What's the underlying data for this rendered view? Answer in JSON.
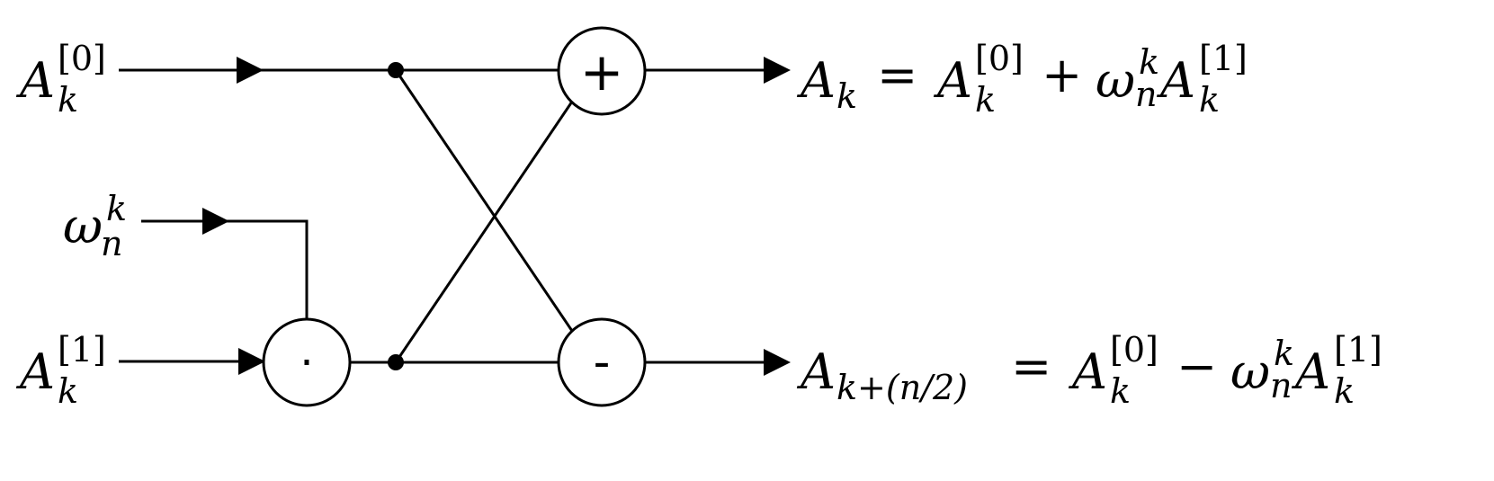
{
  "inputs": {
    "a0": {
      "base": "A",
      "sub": "k",
      "sup": "[0]"
    },
    "w": {
      "base": "ω",
      "sub": "n",
      "sup": "k"
    },
    "a1": {
      "base": "A",
      "sub": "k",
      "sup": "[1]"
    }
  },
  "nodes": {
    "multiply": "·",
    "add": "+",
    "subtract": "-"
  },
  "outputs": {
    "top": {
      "lhs": {
        "base": "A",
        "sub": "k"
      },
      "eq": "=",
      "t1": {
        "base": "A",
        "sub": "k",
        "sup": "[0]"
      },
      "op": "+",
      "t2w": {
        "base": "ω",
        "sub": "n",
        "sup": "k"
      },
      "t2a": {
        "base": "A",
        "sub": "k",
        "sup": "[1]"
      }
    },
    "bottom": {
      "lhs": {
        "base": "A",
        "sub": "k+(n/2)"
      },
      "eq": "=",
      "t1": {
        "base": "A",
        "sub": "k",
        "sup": "[0]"
      },
      "op": "−",
      "t2w": {
        "base": "ω",
        "sub": "n",
        "sup": "k"
      },
      "t2a": {
        "base": "A",
        "sub": "k",
        "sup": "[1]"
      }
    }
  }
}
